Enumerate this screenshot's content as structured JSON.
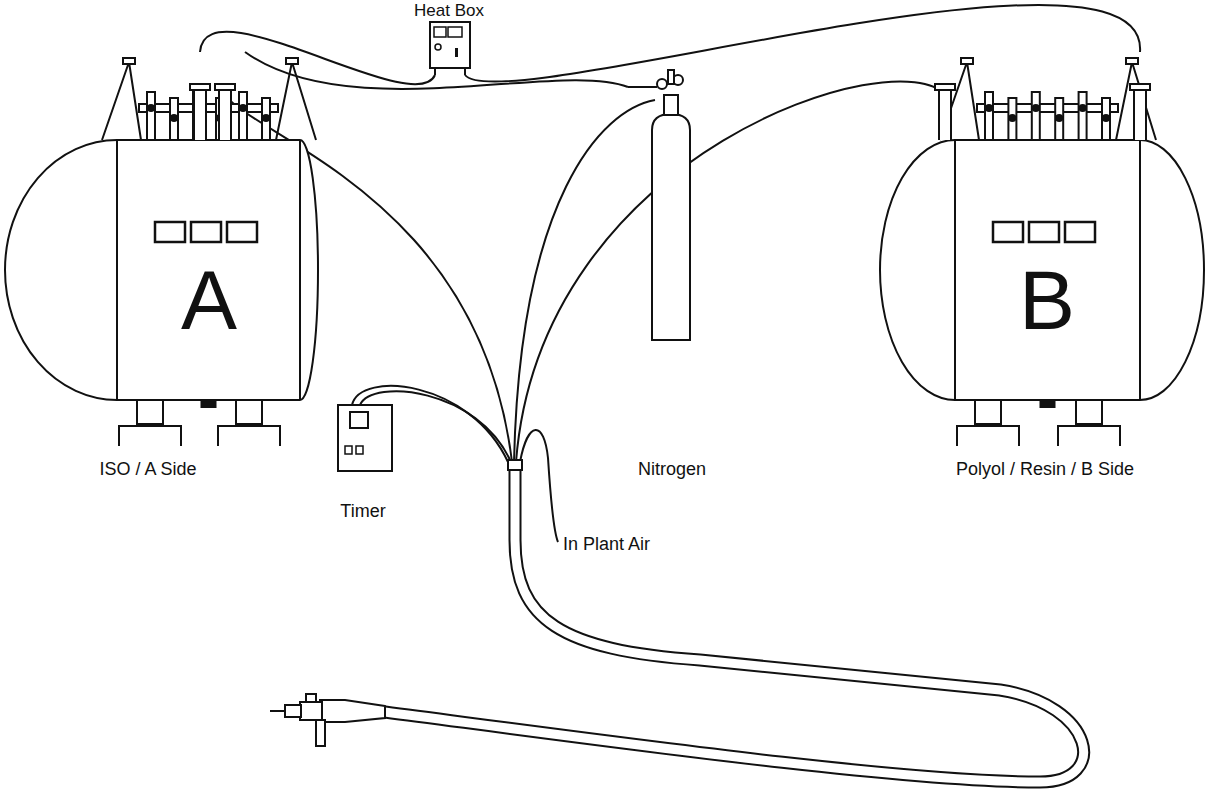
{
  "diagram": {
    "nodes": [
      {
        "text": [
          "Heat Box"
        ]
      },
      {
        "text": [
          "A",
          "ISO / A Side"
        ]
      },
      {
        "text": [
          "Nitrogen"
        ]
      },
      {
        "text": [
          "B",
          "Polyol / Resin / B Side"
        ]
      },
      {
        "text": [
          "Timer"
        ]
      }
    ],
    "edges": [
      {
        "from": 0,
        "to": 1,
        "arrow": "none"
      },
      {
        "from": 0,
        "to": 3,
        "arrow": "none"
      },
      {
        "from": 1,
        "to": 2,
        "arrow": "none"
      }
    ],
    "labels": [
      "In Plant Air"
    ]
  }
}
